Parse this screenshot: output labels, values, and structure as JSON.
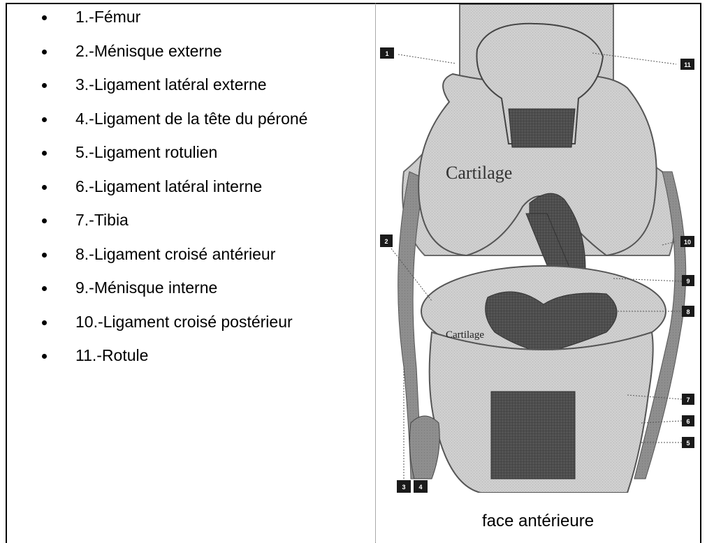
{
  "legend": {
    "items": [
      "1.-Fémur",
      "2.-Ménisque externe",
      "3.-Ligament latéral externe",
      "4.-Ligament de la tête du péroné",
      "5.-Ligament rotulien",
      "6.-Ligament latéral interne",
      "7.-Tibia",
      "8.-Ligament croisé antérieur",
      "9.-Ménisque interne",
      "10.-Ligament croisé postérieur",
      "11.-Rotule"
    ]
  },
  "figure": {
    "label_cartilage_top": "Cartilage",
    "label_cartilage_bottom": "Cartilage",
    "tags": {
      "t1": "1",
      "t11": "11",
      "t2": "2",
      "t10": "10",
      "t9": "9",
      "t8": "8",
      "t7": "7",
      "t6": "6",
      "t5": "5",
      "t3": "3",
      "t4": "4"
    },
    "caption": "face antérieure"
  },
  "colors": {
    "bone": "#c9c9c9",
    "dark": "#4a4a4a",
    "outline": "#6a6a6a"
  }
}
